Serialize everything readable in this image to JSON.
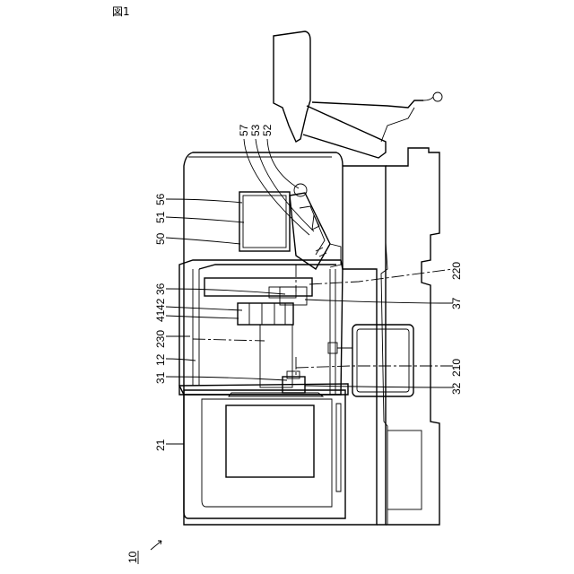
{
  "figure_label": "図1",
  "reference_numerals": {
    "machine": "10",
    "door": "21",
    "cover": "12",
    "axis_a": "230",
    "unit_41": "41",
    "unit_42": "42",
    "spindle_upper": "36",
    "spindle_lower": "31",
    "display_frame": "50",
    "screen": "51",
    "bezel": "56",
    "panel": "52",
    "panel_part_53": "53",
    "panel_part_57": "57",
    "axis_upper": "220",
    "axis_lower": "210",
    "right_upper": "37",
    "right_lower": "32"
  }
}
